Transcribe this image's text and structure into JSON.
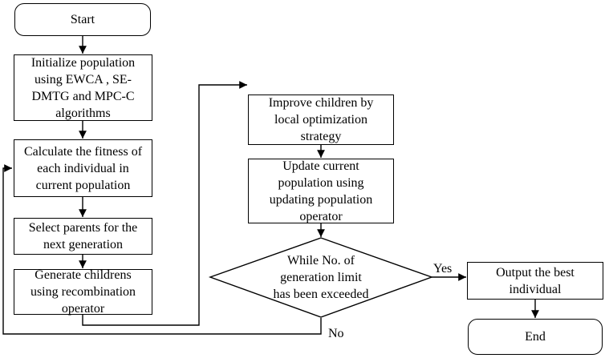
{
  "nodes": {
    "start": "Start",
    "init": "Initialize population\nusing EWCA , SE-\nDMTG and MPC-C\nalgorithms",
    "fitness": "Calculate the fitness of\neach individual in\ncurrent population",
    "select": "Select parents for the\nnext generation",
    "generate": "Generate childrens\nusing recombination\noperator",
    "improve": "Improve children by\nlocal optimization\nstrategy",
    "update": "Update current\npopulation using\nupdating population\noperator",
    "decision": "While No. of\ngeneration limit\nhas been exceeded",
    "output": "Output the best\nindividual",
    "end": "End"
  },
  "edges": {
    "yes_label": "Yes",
    "no_label": "No"
  }
}
